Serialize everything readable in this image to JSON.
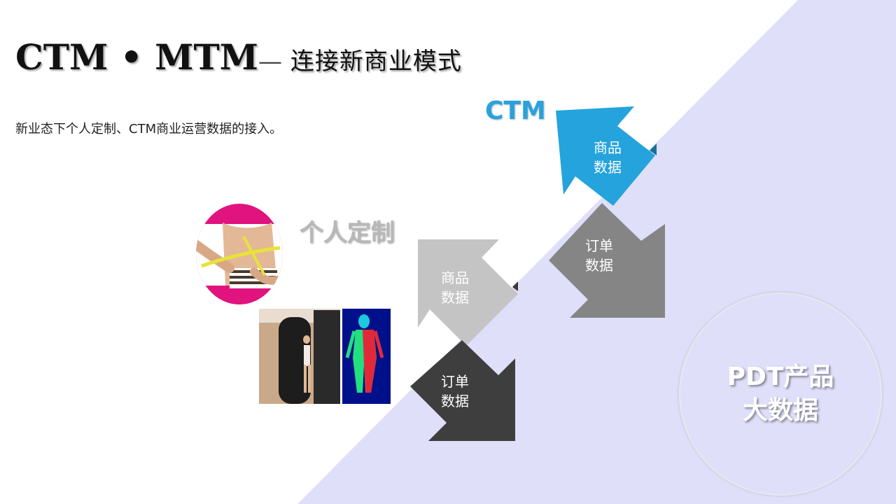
{
  "title": {
    "main": "CTM • MTM",
    "separator": "—",
    "sub": " 连接新商业模式"
  },
  "subtitle": "新业态下个人定制、CTM商业运营数据的接入。",
  "labels": {
    "ctm": "CTM",
    "personal_custom": "个人定制"
  },
  "arrows": [
    {
      "id": "light-gray",
      "line1": "商品",
      "line2": "数据",
      "color": "#c4c4c4"
    },
    {
      "id": "dark-gray",
      "line1": "订单",
      "line2": "数据",
      "color": "#3e3e3e"
    },
    {
      "id": "blue",
      "line1": "商品",
      "line2": "数据",
      "color": "#25a3dc"
    },
    {
      "id": "mid-gray",
      "line1": "订单",
      "line2": "数据",
      "color": "#858585"
    }
  ],
  "circle": {
    "line1": "PDT产品",
    "line2": "大数据"
  },
  "colors": {
    "background_triangle": "#e0dffa",
    "accent_pink": "#e0137f",
    "accent_blue": "#2aa1dc"
  }
}
